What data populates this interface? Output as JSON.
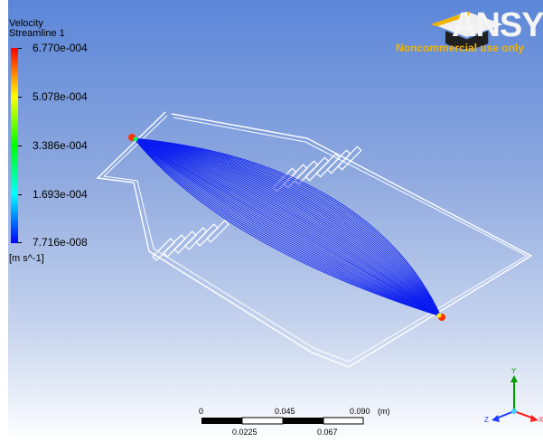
{
  "legend": {
    "title": "Velocity",
    "subtitle": "Streamline 1",
    "values": [
      "6.770e-004",
      "5.078e-004",
      "3.386e-004",
      "1.693e-004",
      "7.716e-008"
    ],
    "unit": "[m s^-1]",
    "colors": [
      "#ff0000",
      "#ffff00",
      "#00ff00",
      "#00ffff",
      "#0000ff"
    ]
  },
  "logo": {
    "text": "ANSYS",
    "subtitle": "Noncommercial use only"
  },
  "scale_bar": {
    "top_labels": [
      "0",
      "0.045",
      "0.090"
    ],
    "bottom_labels": [
      "0.0225",
      "0.067"
    ],
    "unit": "(m)"
  },
  "axes": {
    "y": "Y",
    "z": "Z",
    "x": "X"
  },
  "colors": {
    "background_top": "#5b86d8",
    "background_bottom": "#ffffff",
    "streamline": "#0a1cf0",
    "geometry": "#ffffff"
  }
}
